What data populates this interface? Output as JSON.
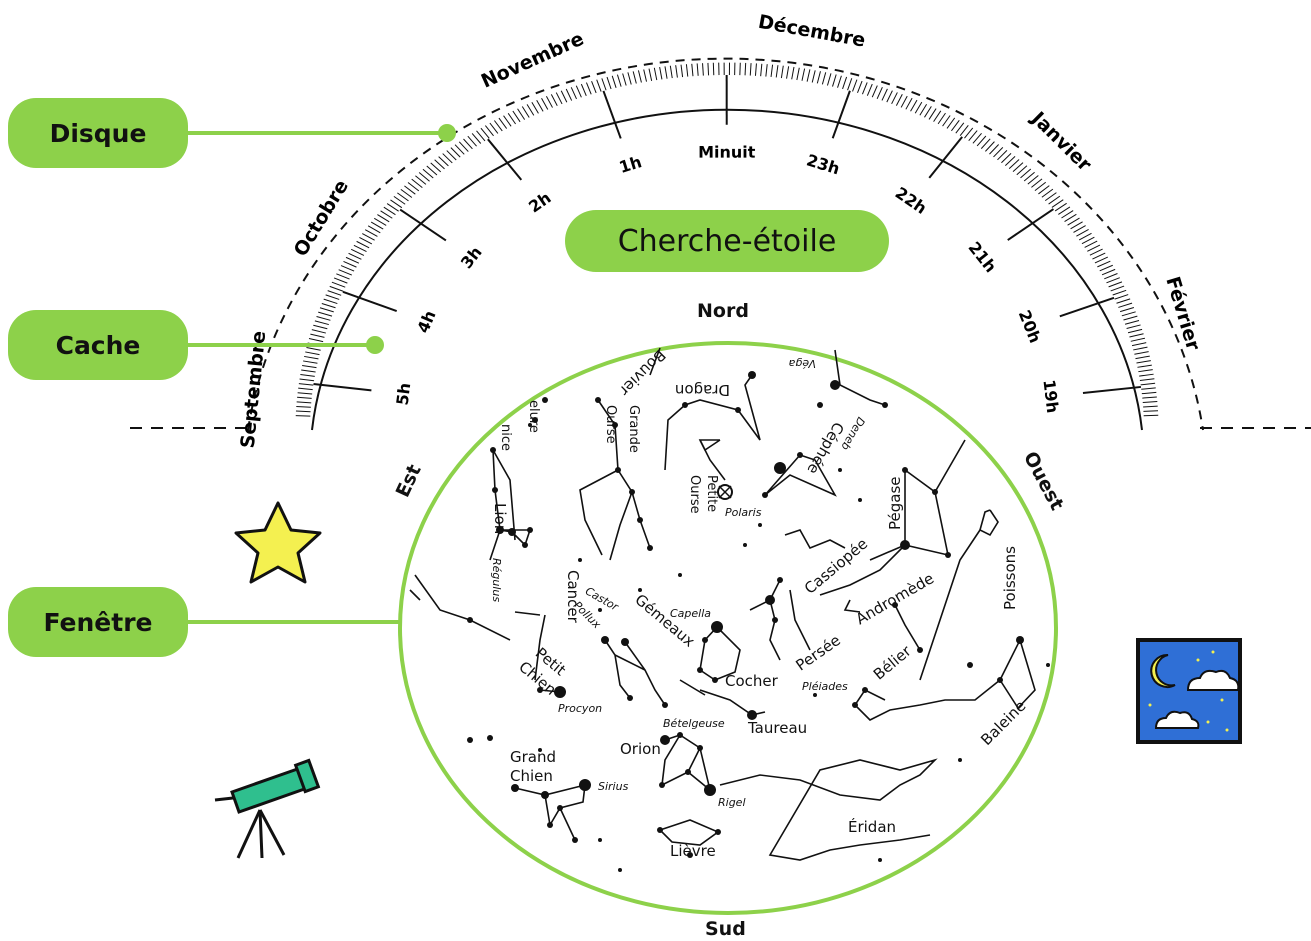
{
  "title": "Cherche-étoile",
  "labels": {
    "disque": "Disque",
    "cache": "Cache",
    "fenetre": "Fenêtre"
  },
  "directions": {
    "nord": "Nord",
    "sud": "Sud",
    "est": "Est",
    "ouest": "Ouest"
  },
  "months": [
    "Septembre",
    "Octobre",
    "Novembre",
    "Décembre",
    "Janvier",
    "Février"
  ],
  "hours": [
    "5h",
    "4h",
    "3h",
    "2h",
    "1h",
    "Minuit",
    "23h",
    "22h",
    "21h",
    "20h",
    "19h"
  ],
  "constellations": [
    "Dragon",
    "Petite Ourse",
    "Grande Ourse",
    "Céphée",
    "Cassiopée",
    "Pégase",
    "Andromède",
    "Persée",
    "Bélier",
    "Poissons",
    "Baleine",
    "Éridan",
    "Lièvre",
    "Orion",
    "Taureau",
    "Cocher",
    "Gémeaux",
    "Cancer",
    "Lion",
    "Petit Chien",
    "Grand Chien",
    "Bouvier",
    "Chevelure",
    "Bérénice"
  ],
  "stars": [
    "Polaris",
    "Véga",
    "Deneb",
    "Capella",
    "Castor",
    "Pollux",
    "Procyon",
    "Régulus",
    "Bételgeuse",
    "Rigel",
    "Sirius",
    "Pléiades"
  ],
  "colors": {
    "accent_green": "#8dd14a",
    "star_yellow": "#f4f050",
    "telescope_teal": "#2fbf8e",
    "night_blue": "#2f6fd6"
  },
  "icons": [
    "star-icon",
    "telescope-icon",
    "night-sky-icon"
  ]
}
